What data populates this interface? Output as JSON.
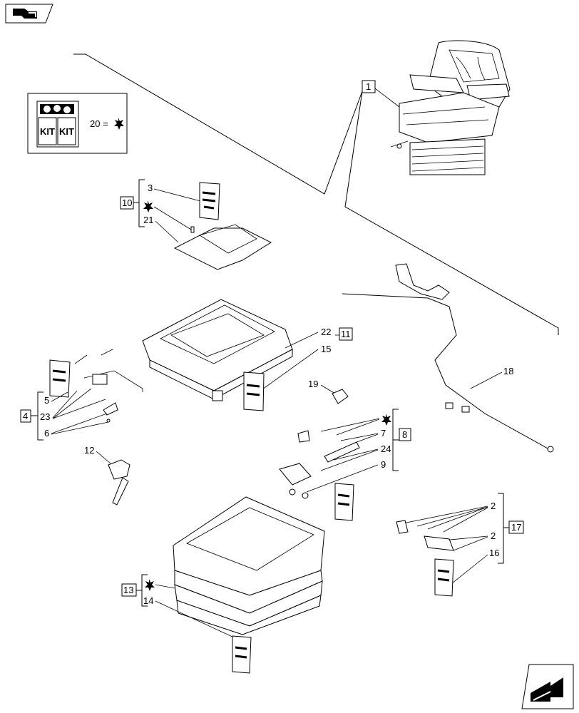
{
  "kit_legend": {
    "kit_label": "KIT",
    "equation": "20 ="
  },
  "callouts": {
    "c1": "1",
    "c2a": "2",
    "c2b": "2",
    "c3": "3",
    "c4": "4",
    "c5": "5",
    "c6": "6",
    "c7": "7",
    "c8": "8",
    "c9": "9",
    "c10": "10",
    "c11": "11",
    "c12": "12",
    "c13": "13",
    "c14": "14",
    "c15": "15",
    "c16": "16",
    "c17": "17",
    "c18": "18",
    "c19": "19",
    "c21": "21",
    "c22": "22",
    "c23": "23",
    "c24": "24"
  },
  "icons": {
    "top_left": "navigate-back-icon",
    "bottom_right": "navigate-forward-icon",
    "star": "kit-star-icon"
  }
}
